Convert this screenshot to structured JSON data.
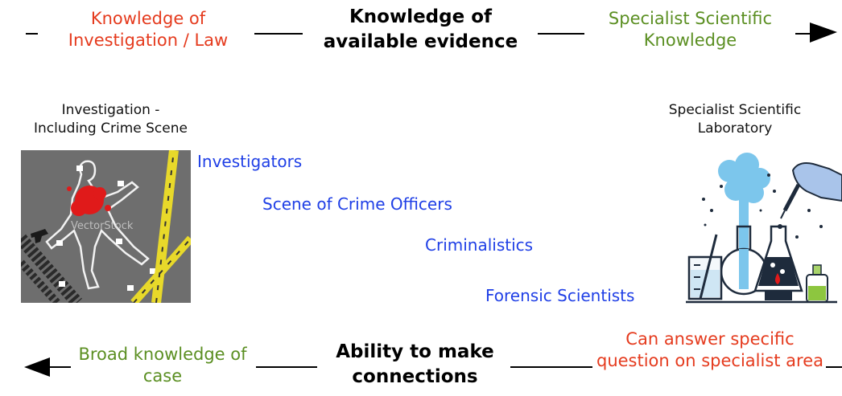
{
  "top_flow": {
    "left_label": "Knowledge of Investigation / Law",
    "center_label": "Knowledge of available evidence",
    "right_label": "Specialist Scientific Knowledge"
  },
  "bottom_flow": {
    "left_label": "Broad knowledge of case",
    "center_label": "Ability to make connections",
    "right_label": "Can answer specific question on specialist area"
  },
  "left_panel": {
    "caption_line1": "Investigation -",
    "caption_line2": "Including Crime Scene",
    "watermark": "VectorStock"
  },
  "right_panel": {
    "caption_line1": "Specialist Scientific",
    "caption_line2": "Laboratory"
  },
  "roles": [
    "Investigators",
    "Scene of Crime Officers",
    "Criminalistics",
    "Forensic Scientists"
  ],
  "colors": {
    "law": "#e53b1e",
    "science": "#5b8f22",
    "roles": "#1f3fe6",
    "tape": "#e8d92a",
    "scene_bg": "#6e6e6e"
  }
}
